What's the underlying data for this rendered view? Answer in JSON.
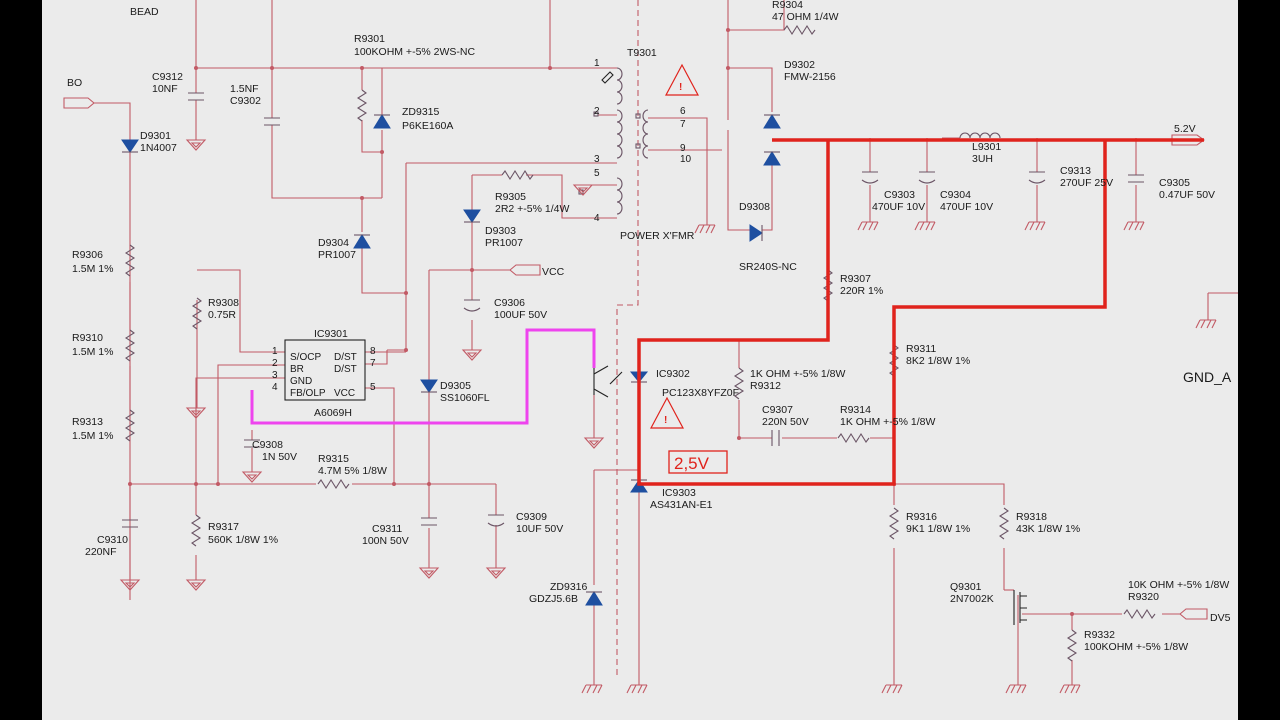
{
  "labels": {
    "bead": "BEAD",
    "bo": "BO",
    "vcc": "VCC",
    "out52": "5.2V",
    "gnd_a": "GND_A",
    "dv5": "DV5",
    "volt25": "2,5V",
    "power_xfmr": "POWER X'FMR"
  },
  "components": {
    "r9301": [
      "R9301",
      "100KOHM +-5% 2WS-NC"
    ],
    "r9304": [
      "R9304",
      "47 OHM 1/4W"
    ],
    "d9302": [
      "D9302",
      "FMW-2156"
    ],
    "t9301": [
      "T9301"
    ],
    "c9312": [
      "C9312",
      "10NF"
    ],
    "c9302": [
      "1.5NF",
      "C9302"
    ],
    "zd9315": [
      "ZD9315",
      "P6KE160A"
    ],
    "d9301": [
      "D9301",
      "1N4007"
    ],
    "r9305": [
      "R9305",
      "2R2 +-5% 1/4W"
    ],
    "d9303": [
      "D9303",
      "PR1007"
    ],
    "d9304": [
      "D9304",
      "PR1007"
    ],
    "c9303": [
      "C9303",
      "470UF 10V"
    ],
    "c9304": [
      "C9304",
      "470UF 10V"
    ],
    "l9301": [
      "L9301",
      "3UH"
    ],
    "c9313": [
      "C9313",
      "270UF 25V"
    ],
    "c9305": [
      "C9305",
      "0.47UF 50V"
    ],
    "d9308": [
      "D9308",
      "SR240S-NC"
    ],
    "r9306": [
      "R9306",
      "1.5M 1%"
    ],
    "r9310": [
      "R9310",
      "1.5M 1%"
    ],
    "r9313": [
      "R9313",
      "1.5M 1%"
    ],
    "r9308": [
      "R9308",
      "0.75R"
    ],
    "c9306": [
      "C9306",
      "100UF 50V"
    ],
    "r9307": [
      "R9307",
      "220R 1%"
    ],
    "ic9301": [
      "IC9301",
      "A6069H"
    ],
    "d9305": [
      "D9305",
      "SS1060FL"
    ],
    "ic9302": [
      "IC9302",
      "PC123X8YFZ0F"
    ],
    "r9312": [
      "1K OHM +-5% 1/8W",
      "R9312"
    ],
    "r9311": [
      "R9311",
      "8K2 1/8W 1%"
    ],
    "c9307": [
      "C9307",
      "220N 50V"
    ],
    "r9314": [
      "R9314",
      "1K OHM +-5% 1/8W"
    ],
    "c9308": [
      "C9308",
      "1N 50V"
    ],
    "r9315": [
      "R9315",
      "4.7M 5% 1/8W"
    ],
    "ic9303": [
      "IC9303",
      "AS431AN-E1"
    ],
    "c9310": [
      "C9310",
      "220NF"
    ],
    "r9317": [
      "R9317",
      "560K 1/8W 1%"
    ],
    "c9311": [
      "C9311",
      "100N 50V"
    ],
    "c9309": [
      "C9309",
      "10UF 50V"
    ],
    "r9316": [
      "R9316",
      "9K1 1/8W 1%"
    ],
    "r9318": [
      "R9318",
      "43K 1/8W 1%"
    ],
    "zd9316": [
      "ZD9316",
      "GDZJ5.6B"
    ],
    "q9301": [
      "Q9301",
      "2N7002K"
    ],
    "r9320": [
      "10K OHM +-5% 1/8W",
      "R9320"
    ],
    "r9332": [
      "R9332",
      "100KOHM +-5% 1/8W"
    ]
  },
  "ic_pins": {
    "left": [
      "S/OCP",
      "BR",
      "GND",
      "FB/OLP"
    ],
    "right": [
      "D/ST",
      "D/ST",
      "VCC"
    ],
    "left_nums": [
      "1",
      "2",
      "3",
      "4"
    ],
    "right_nums": [
      "8",
      "7",
      "5"
    ]
  },
  "xfmr_pins": [
    "1",
    "2",
    "3",
    "5",
    "4",
    "6",
    "7",
    "9",
    "10"
  ],
  "colors": {
    "wire": "#c25a65",
    "highlight_red": "#e0231c",
    "highlight_magenta": "#ee44ee",
    "diode": "#1e4fa0"
  }
}
